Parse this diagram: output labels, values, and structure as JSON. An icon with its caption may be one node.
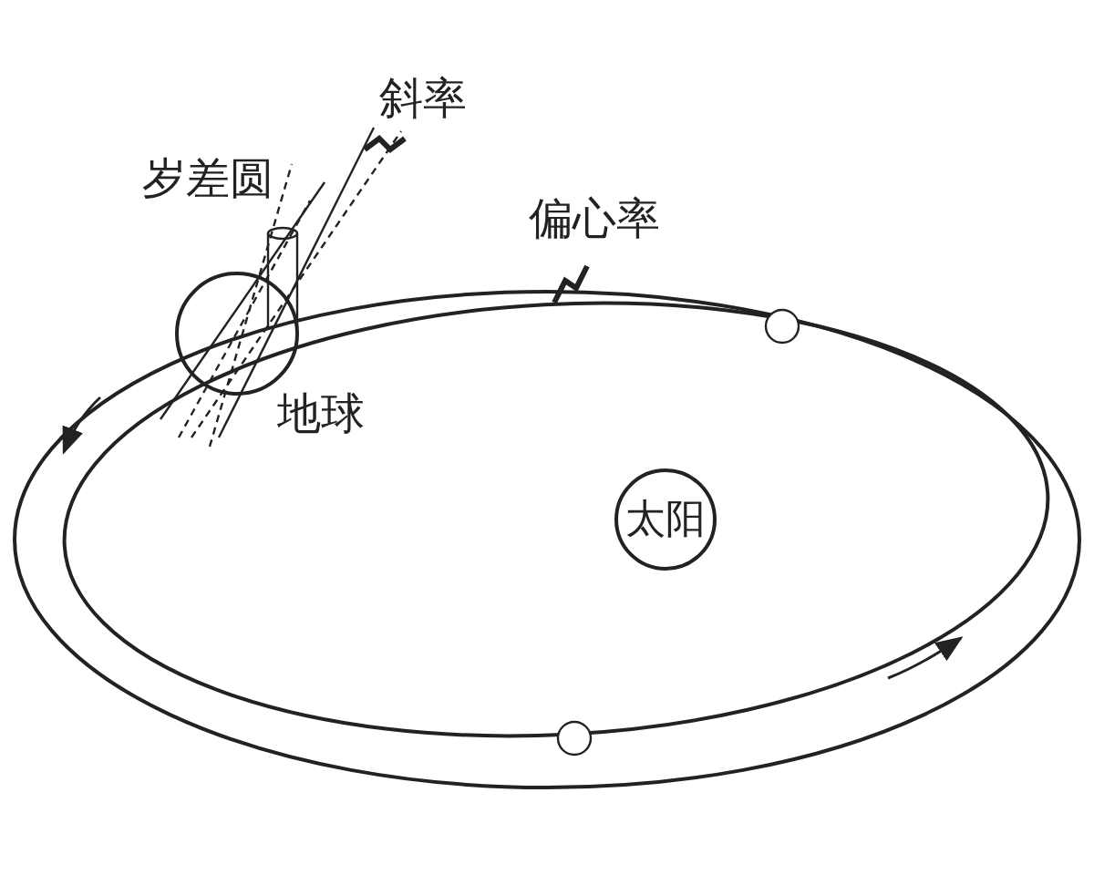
{
  "diagram": {
    "nodes": [
      {
        "text": [
          "太阳"
        ]
      }
    ],
    "labels": [
      "斜率",
      "岁差圆",
      "偏心率",
      "地球"
    ]
  }
}
